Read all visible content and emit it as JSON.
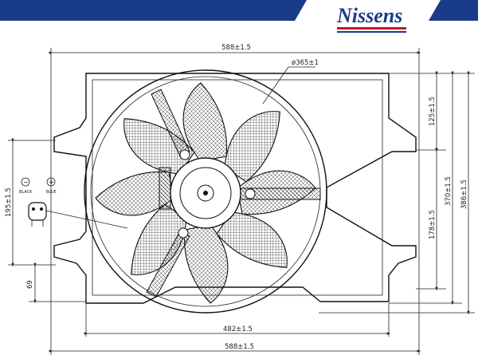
{
  "brand": {
    "name": "Nissens",
    "color_text": "#1a3a8a",
    "color_bar": "#1a3a8a",
    "color_accent": "#c0182a"
  },
  "dimensions": {
    "frame_width_top": "588±1.5",
    "fan_diameter": "ø365±1",
    "offset_top_right": "125±1.5",
    "mount_height_left": "195±1.5",
    "height_178": "178±1.5",
    "height_370": "370±1.5",
    "height_386": "386±1.5",
    "offset_bottom_left": "69",
    "width_bottom_inner": "482±1.5",
    "width_bottom_outer": "588±1.5"
  },
  "connector": {
    "minus_symbol": "−",
    "plus_symbol": "+",
    "label_black": "BLACK",
    "label_blue": "BLUE"
  },
  "icons": {
    "fan_blades": "fan-blade-icon",
    "motor": "motor-hub-icon",
    "connector": "electrical-connector-icon"
  }
}
